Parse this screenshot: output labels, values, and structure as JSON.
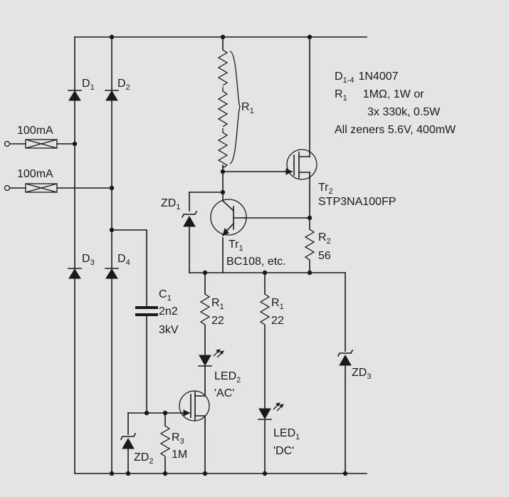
{
  "components": {
    "d1": {
      "ref": "D",
      "sub": "1"
    },
    "d2": {
      "ref": "D",
      "sub": "2"
    },
    "d3": {
      "ref": "D",
      "sub": "3"
    },
    "d4": {
      "ref": "D",
      "sub": "4"
    },
    "fuse1": {
      "rating": "100mA"
    },
    "fuse2": {
      "rating": "100mA"
    },
    "r1_chain": {
      "ref": "R",
      "sub": "1"
    },
    "tr2": {
      "ref": "Tr",
      "sub": "2",
      "part": "STP3NA100FP"
    },
    "tr1": {
      "ref": "Tr",
      "sub": "1",
      "part": "BC108, etc."
    },
    "zd1": {
      "ref": "ZD",
      "sub": "1"
    },
    "r2": {
      "ref": "R",
      "sub": "2",
      "value": "56"
    },
    "c1": {
      "ref": "C",
      "sub": "1",
      "value1": "2n2",
      "value2": "3kV"
    },
    "r1_led2": {
      "ref": "R",
      "sub": "1",
      "value": "22"
    },
    "r1_led1": {
      "ref": "R",
      "sub": "1",
      "value": "22"
    },
    "led2": {
      "ref": "LED",
      "sub": "2",
      "label": "'AC'"
    },
    "led1": {
      "ref": "LED",
      "sub": "1",
      "label": "'DC'"
    },
    "zd3": {
      "ref": "ZD",
      "sub": "3"
    },
    "zd2": {
      "ref": "ZD",
      "sub": "2"
    },
    "r3": {
      "ref": "R",
      "sub": "3",
      "value": "1M"
    }
  },
  "notes": {
    "line1_ref": "D",
    "line1_sub": "1-4",
    "line1_value": "1N4007",
    "line2_ref": "R",
    "line2_sub": "1",
    "line2_value": "1MΩ, 1W or",
    "line3": "3x 330k, 0.5W",
    "line4": "All zeners 5.6V, 400mW"
  }
}
